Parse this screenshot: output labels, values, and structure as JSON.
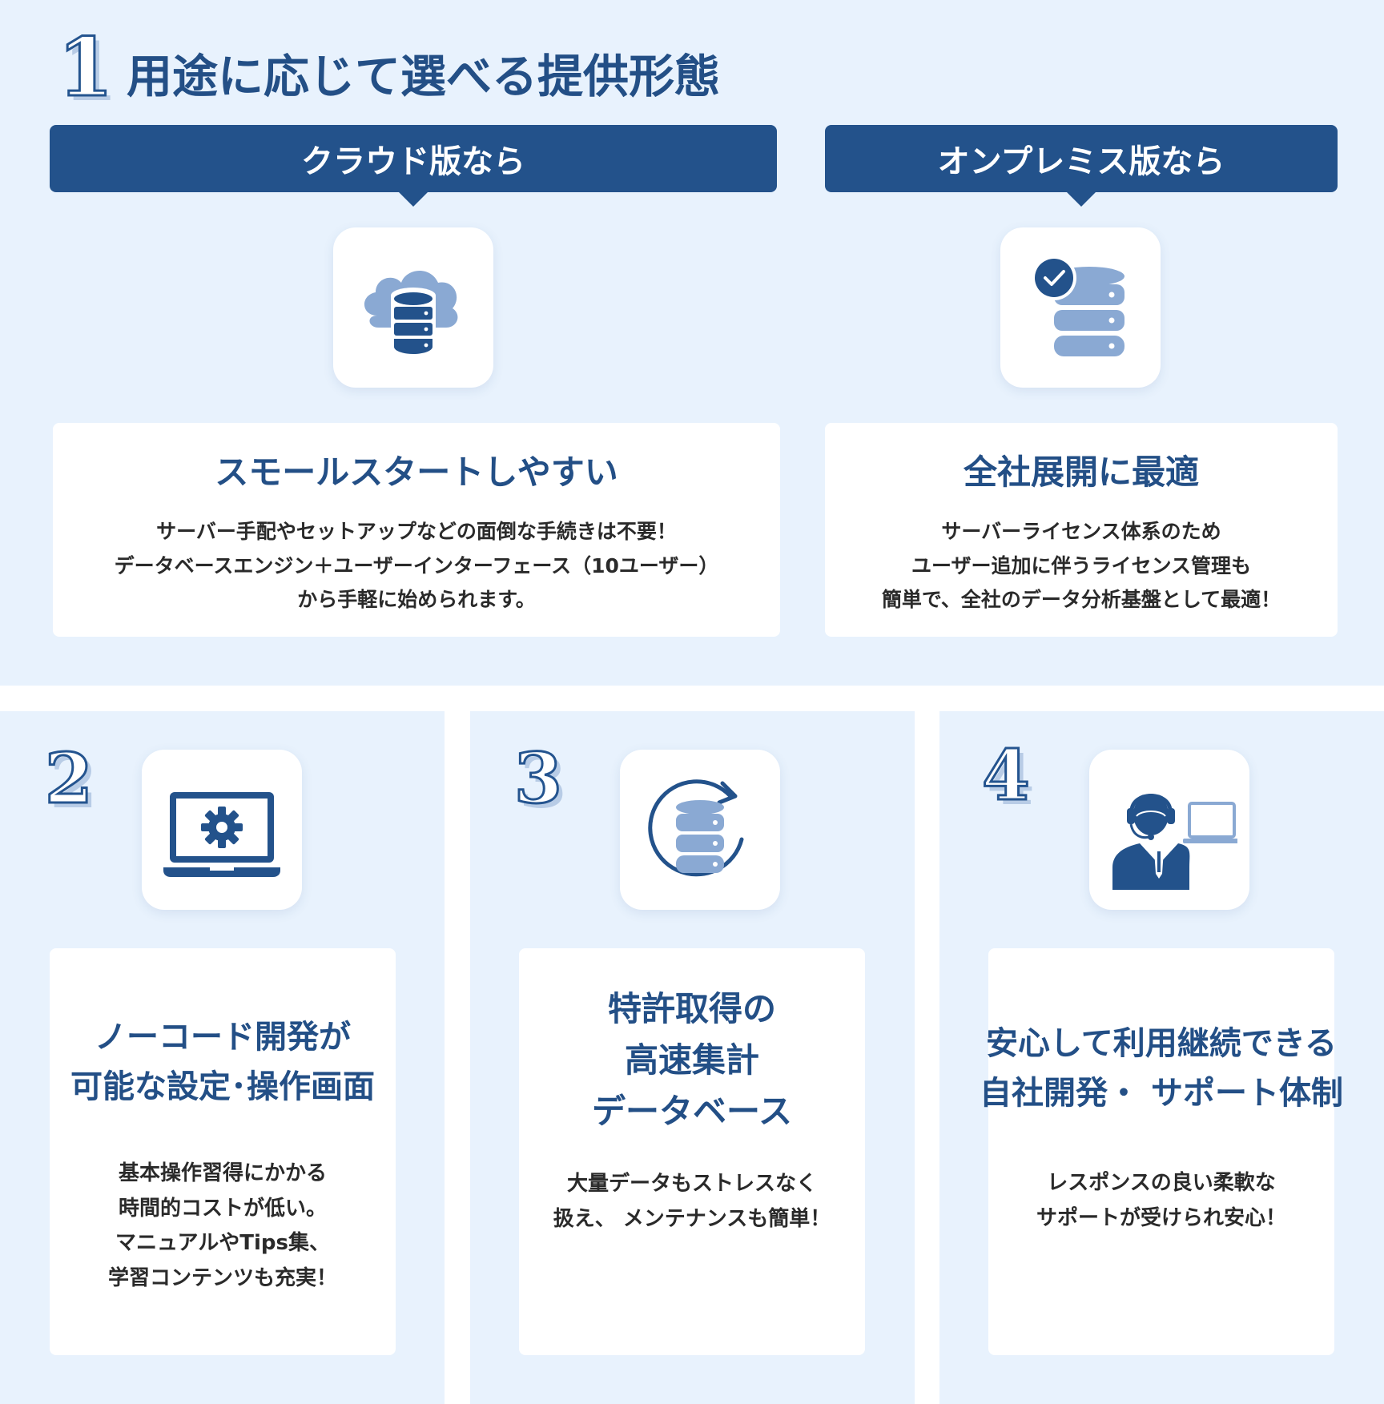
{
  "section1": {
    "number": "1",
    "title": "用途に応じて選べる提供形態",
    "cloud": {
      "banner": "クラウド版なら",
      "icon": "cloud-database-icon",
      "card_title": "スモールスタートしやすい",
      "card_lines": [
        "サーバー手配やセットアップなどの面倒な手続きは不要！",
        "データベースエンジン＋ユーザーインターフェース（10ユーザー）",
        "から手軽に始められます。"
      ]
    },
    "onpremise": {
      "banner": "オンプレミス版なら",
      "icon": "server-check-icon",
      "card_title": "全社展開に最適",
      "card_lines": [
        "サーバーライセンス体系のため",
        "ユーザー追加に伴うライセンス管理も",
        "簡単で、全社のデータ分析基盤として最適！"
      ]
    }
  },
  "features": [
    {
      "number": "2",
      "icon": "laptop-gear-icon",
      "title_lines": [
        "ノーコード開発が",
        "可能な設定･操作画面"
      ],
      "body_lines": [
        "基本操作習得にかかる",
        "時間的コストが低い。",
        "マニュアルやTips集、",
        "学習コンテンツも充実！"
      ]
    },
    {
      "number": "3",
      "icon": "database-refresh-icon",
      "title_lines": [
        "特許取得の",
        "高速集計",
        "データベース"
      ],
      "body_lines": [
        "大量データもストレスなく",
        "扱え、 メンテナンスも簡単！"
      ]
    },
    {
      "number": "4",
      "icon": "support-operator-icon",
      "title_lines": [
        "安心して利用継続できる",
        "自社開発・ サポート体制"
      ],
      "body_lines": [
        "レスポンスの良い柔軟な",
        "サポートが受けられ安心！"
      ]
    }
  ],
  "colors": {
    "navy": "#23528b",
    "light_blue": "#e8f2fd",
    "icon_light": "#8aa9d3"
  }
}
